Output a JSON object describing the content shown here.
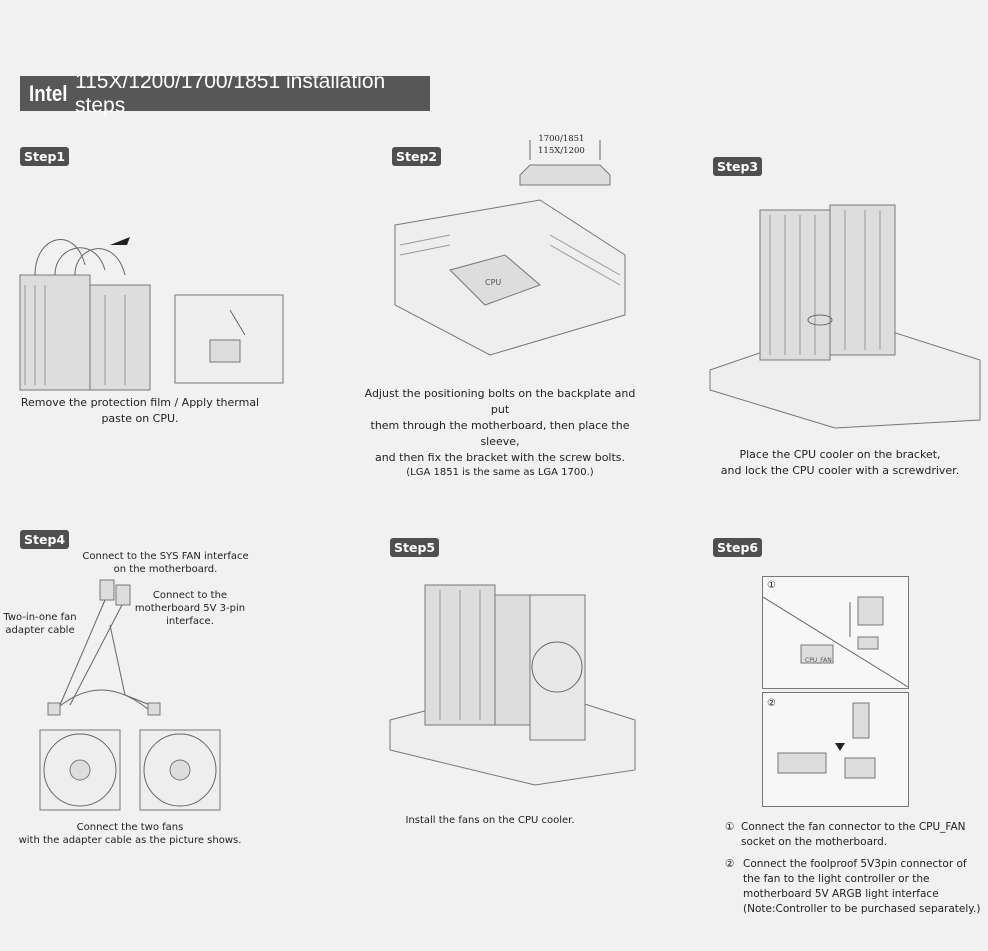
{
  "header": {
    "brand": "Intel",
    "title": "115X/1200/1700/1851 installation steps"
  },
  "steps": [
    {
      "label": "Step1",
      "caption": [
        "Remove the protection film / Apply thermal",
        "paste on CPU."
      ]
    },
    {
      "label": "Step2",
      "inset_labels": [
        "1700/1851",
        "115X/1200"
      ],
      "cpu_label": "CPU",
      "caption": [
        "Adjust the positioning bolts on the backplate and put",
        "them through the motherboard, then place the sleeve,",
        "and then fix the  bracket with the screw bolts.",
        "(LGA 1851 is the same as LGA 1700.)"
      ]
    },
    {
      "label": "Step3",
      "caption": [
        "Place the CPU cooler on the bracket,",
        "and lock the CPU cooler with a screwdriver."
      ]
    },
    {
      "label": "Step4",
      "callouts": {
        "sys_fan": [
          "Connect to the SYS FAN interface",
          "on the motherboard."
        ],
        "five_v": [
          "Connect to the",
          "motherboard 5V 3-pin interface."
        ],
        "adapter": [
          "Two-in-one fan",
          "adapter cable"
        ]
      },
      "caption": [
        "Connect the two fans",
        "with the adapter cable as the picture shows."
      ]
    },
    {
      "label": "Step5",
      "caption": [
        "Install the fans on the CPU cooler."
      ]
    },
    {
      "label": "Step6",
      "panels": [
        "①",
        "②"
      ],
      "cpu_fan_label": "CPU_FAN",
      "notes": [
        {
          "num": "①",
          "lines": [
            "Connect the fan connector to the CPU_FAN",
            "socket on the motherboard."
          ]
        },
        {
          "num": "②",
          "lines": [
            "Connect the foolproof 5V3pin connector of",
            "the fan to the light controller or the",
            "motherboard 5V ARGB light interface",
            "(Note:Controller to be purchased separately.)"
          ]
        }
      ]
    }
  ]
}
